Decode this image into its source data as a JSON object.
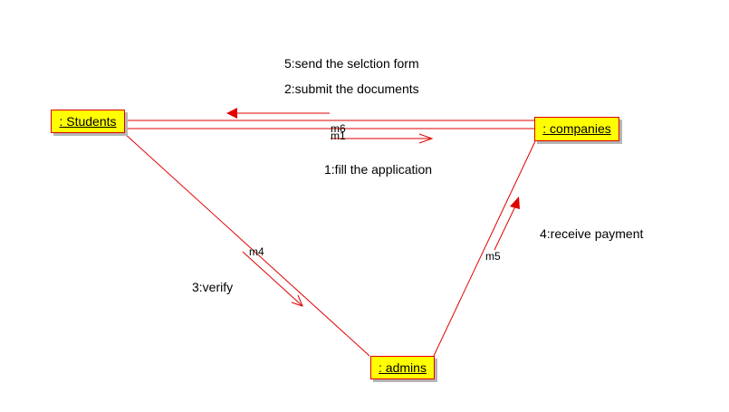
{
  "colors": {
    "link": "#e00000",
    "object_fill": "#ffff00",
    "object_border": "#e00000",
    "text": "#000000"
  },
  "objects": {
    "students": ": Students",
    "companies": ": companies",
    "admins": ": admins"
  },
  "messages": {
    "send_selection_form": "5:send the selction form",
    "submit_documents": "2:submit the documents",
    "fill_application": "1:fill the application",
    "verify": "3:verify",
    "receive_payment": "4:receive payment"
  },
  "link_labels": {
    "m6": "m6",
    "m1": "m1",
    "m4": "m4",
    "m5": "m5"
  }
}
